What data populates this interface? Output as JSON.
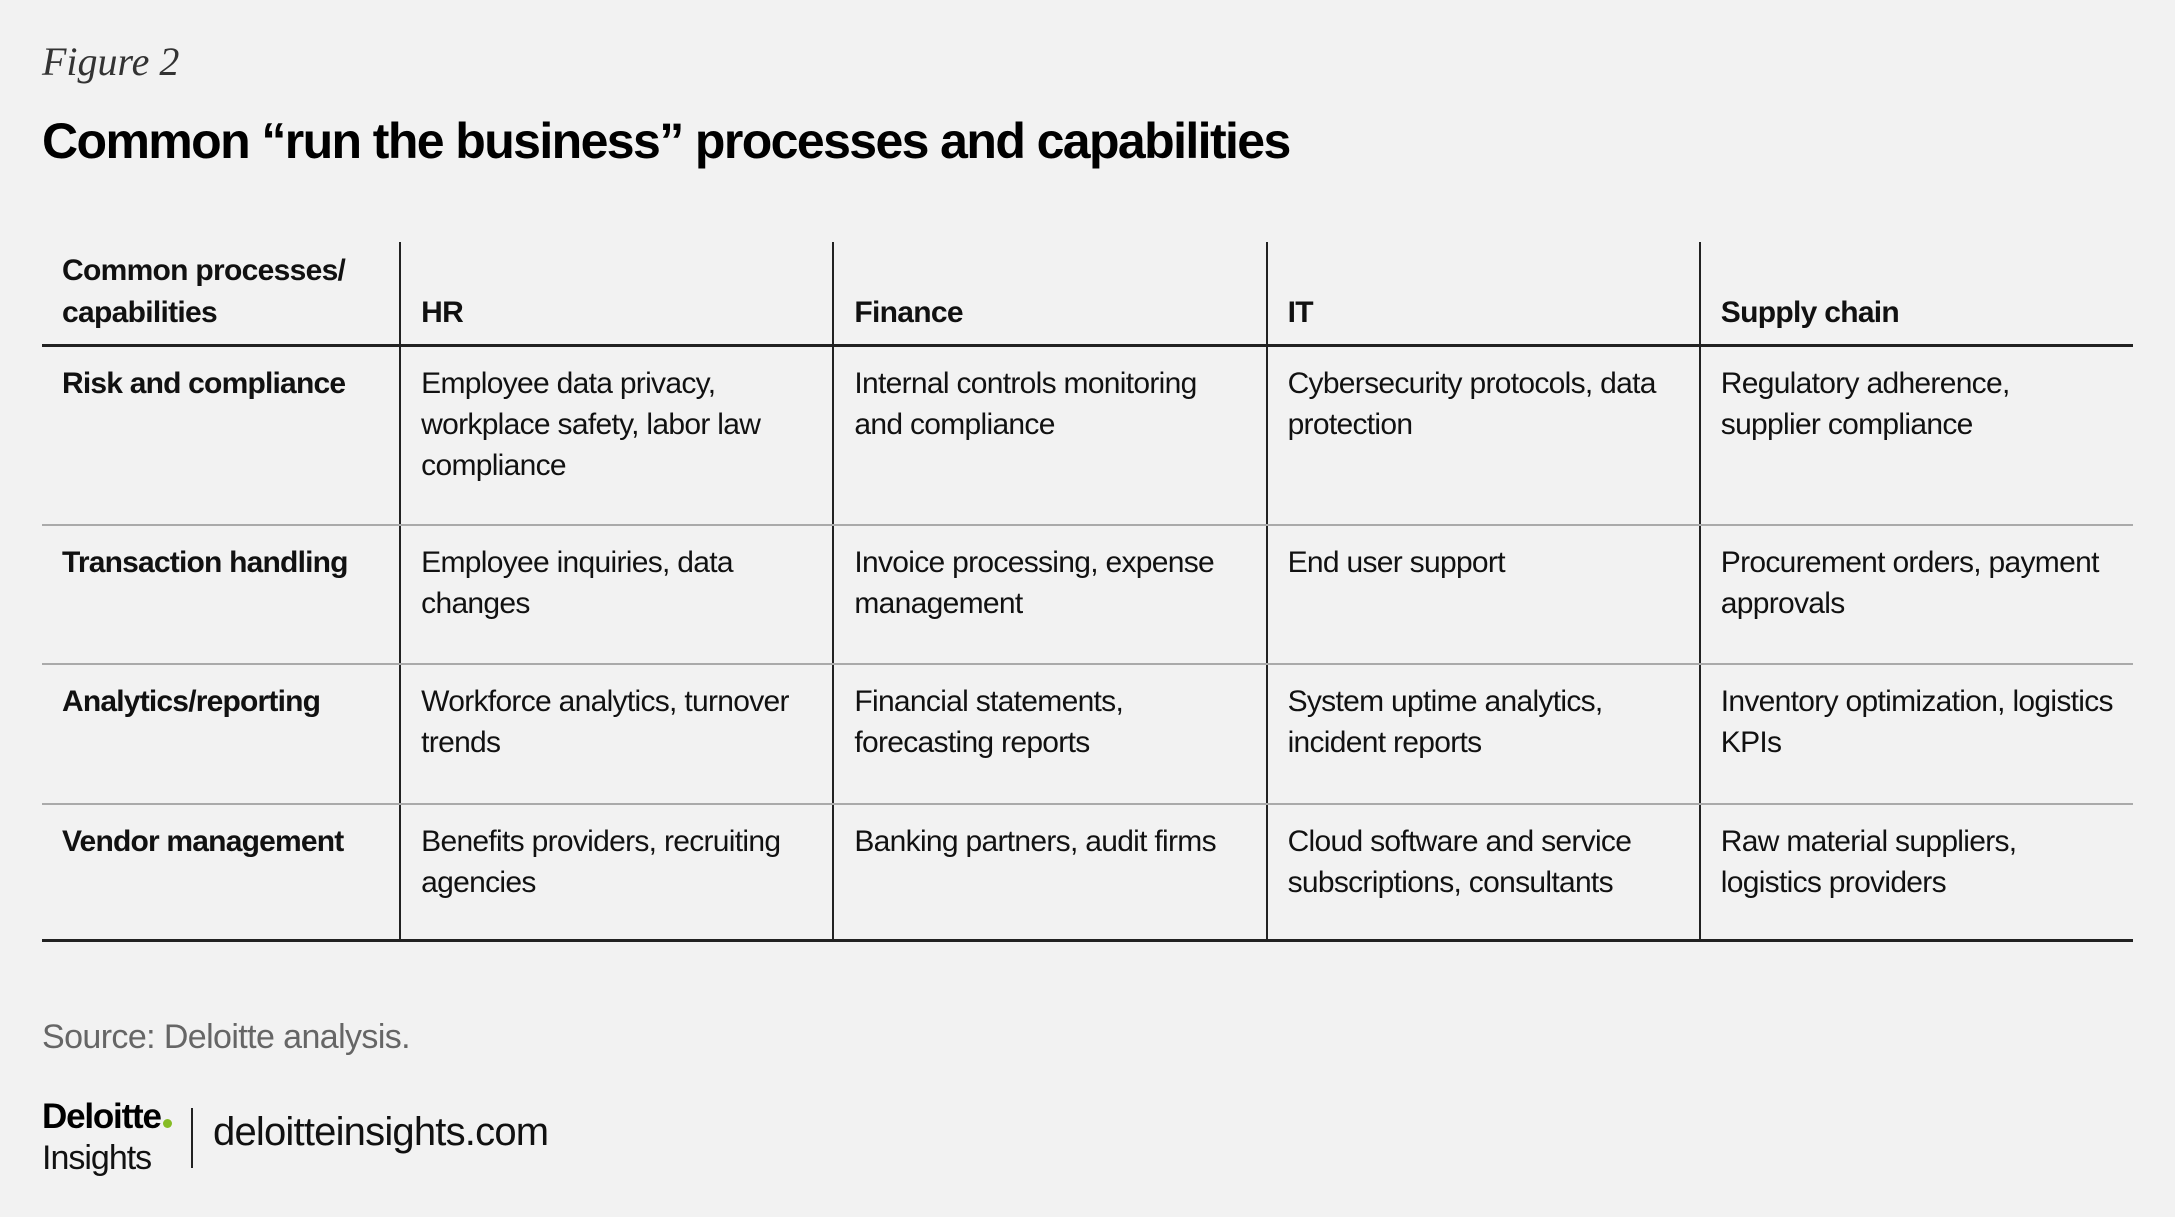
{
  "figure_label": "Figure 2",
  "title": "Common “run the business” processes and capabilities",
  "table": {
    "headers": [
      "Common processes/ capabilities",
      "HR",
      "Finance",
      "IT",
      "Supply chain"
    ],
    "rows": [
      [
        "Risk and compliance",
        "Employee data privacy, workplace safety, labor law compliance",
        "Internal controls monitoring and compliance",
        "Cybersecurity protocols, data protection",
        "Regulatory adherence, supplier compliance"
      ],
      [
        "Transaction handling",
        "Employee inquiries, data changes",
        "Invoice processing, expense management",
        "End user support",
        "Procurement orders, payment approvals"
      ],
      [
        "Analytics/reporting",
        "Workforce analytics, turnover trends",
        "Financial statements, forecasting reports",
        "System uptime analytics, incident reports",
        "Inventory optimization, logistics KPIs"
      ],
      [
        "Vendor management",
        "Benefits providers, recruiting agencies",
        "Banking partners, audit firms",
        "Cloud software and service subscriptions, consultants",
        "Raw material suppliers, logistics providers"
      ]
    ]
  },
  "source": "Source: Deloitte analysis.",
  "logo": {
    "brand": "Deloitte",
    "sub": "Insights",
    "dot_color": "#86bc25"
  },
  "site": "deloitteinsights.com"
}
